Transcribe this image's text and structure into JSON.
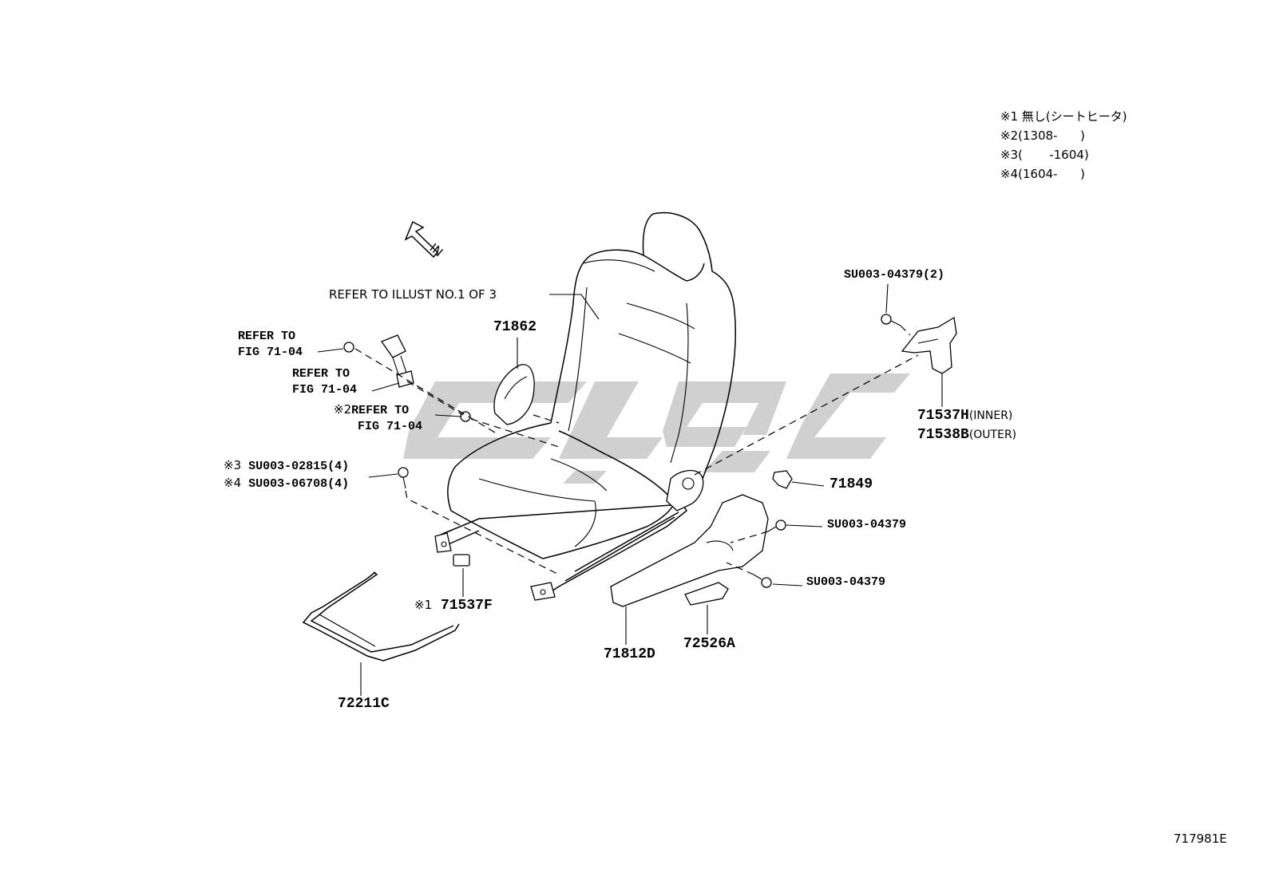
{
  "notes": {
    "n1": {
      "mark": "※1",
      "text": "無し(シートヒータ)"
    },
    "n2": {
      "mark": "※2",
      "text": "(1308-      )"
    },
    "n3": {
      "mark": "※3",
      "text": "(       -1604)"
    },
    "n4": {
      "mark": "※4",
      "text": "(1604-      )"
    }
  },
  "direction": {
    "label": "IN"
  },
  "seat_ref": "REFER TO ILLUST NO.1 OF 3",
  "refs": {
    "r1": {
      "line1": "REFER TO",
      "line2": "FIG 71-04"
    },
    "r2": {
      "line1": "REFER TO",
      "line2": "FIG 71-04"
    },
    "r3": {
      "mark": "※2",
      "line1": "REFER TO",
      "line2": "FIG 71-04"
    }
  },
  "parts": {
    "p71862": "71862",
    "bolt_a": {
      "mark": "※3",
      "code": "SU003-02815(4)"
    },
    "bolt_b": {
      "mark": "※4",
      "code": "SU003-06708(4)"
    },
    "bolt_top": "SU003-04379(2)",
    "p71537h": {
      "code": "71537H",
      "sub": "(INNER)"
    },
    "p71538b": {
      "code": "71538B",
      "sub": "(OUTER)"
    },
    "p71849": "71849",
    "bolt_mid": "SU003-04379",
    "bolt_low": "SU003-04379",
    "p71537f": {
      "mark": "※1",
      "code": "71537F"
    },
    "p71812d": "71812D",
    "p72526a": "72526A",
    "p72211c": "72211C"
  },
  "illustration_id": "717981E",
  "colors": {
    "ink": "#000000",
    "watermark": "#c8c8c8",
    "background": "#ffffff"
  }
}
